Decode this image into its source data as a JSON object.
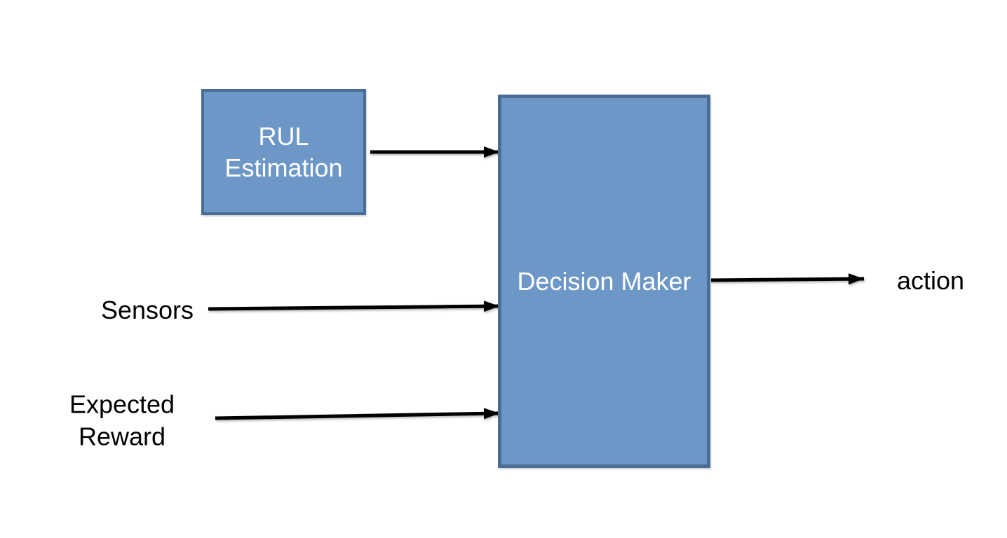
{
  "diagram": {
    "type": "block-diagram",
    "background": "#ffffff",
    "colors": {
      "node_fill": "#6d97c7",
      "node_border": "#4a6d96",
      "node_text": "#ffffff",
      "label_text": "#000000",
      "arrow": "#000000",
      "background": "#ffffff"
    },
    "nodes": [
      {
        "id": "rul-estimation",
        "label": "RUL Estimation"
      },
      {
        "id": "decision-maker",
        "label": "Decision Maker"
      }
    ],
    "labels": [
      {
        "id": "sensors",
        "text": "Sensors"
      },
      {
        "id": "expected-reward",
        "text": "Expected Reward"
      },
      {
        "id": "action",
        "text": "action"
      }
    ],
    "edges": [
      {
        "from": "RUL Estimation",
        "to": "Decision Maker"
      },
      {
        "from": "Sensors",
        "to": "Decision Maker"
      },
      {
        "from": "Expected Reward",
        "to": "Decision Maker"
      },
      {
        "from": "Decision Maker",
        "to": "action"
      }
    ]
  }
}
